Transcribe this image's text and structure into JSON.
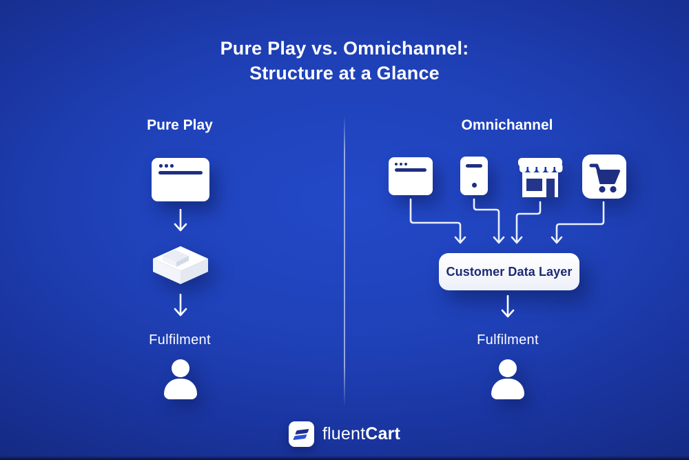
{
  "title": {
    "line1": "Pure Play vs. Omnichannel:",
    "line2": "Structure at a Glance"
  },
  "pure_play": {
    "heading": "Pure Play",
    "channel": "online-storefront",
    "fulfilment_label": "Fulfilment"
  },
  "omnichannel": {
    "heading": "Omnichannel",
    "channels": [
      "web-storefront",
      "mobile-app",
      "physical-store",
      "online-cart"
    ],
    "data_layer_label": "Customer Data Layer",
    "fulfilment_label": "Fulfilment"
  },
  "footer": {
    "brand_regular": "fluent",
    "brand_bold": "Cart"
  },
  "colors": {
    "background_center": "#2349c8",
    "background_edge": "#122471",
    "icon_fill": "#ffffff",
    "icon_glyph": "#1e2f82",
    "connector": "#e9efff",
    "text_light": "#ffffff",
    "text_dark": "#1c2a73"
  }
}
